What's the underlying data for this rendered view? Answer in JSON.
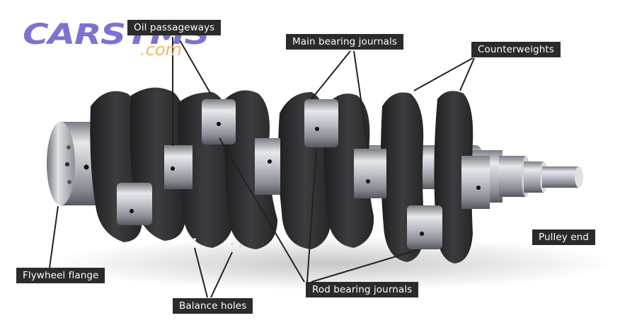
{
  "logo": {
    "word": "CARSYMS",
    "tld": ".com"
  },
  "labels": {
    "oil_passageways": "Oil passageways",
    "main_bearing_journals": "Main bearing journals",
    "counterweights": "Counterweights",
    "pulley_end": "Pulley end",
    "flywheel_flange": "Flywheel flange",
    "balance_holes": "Balance holes",
    "rod_bearing_journals": "Rod bearing journals"
  },
  "colors": {
    "label_bg": "#2b2b2b",
    "label_text": "#ffffff",
    "logo_purple": "#7b73cc",
    "logo_orange": "#f4b661",
    "iron": "#2f2f31",
    "steel": "#b9bcc2"
  }
}
